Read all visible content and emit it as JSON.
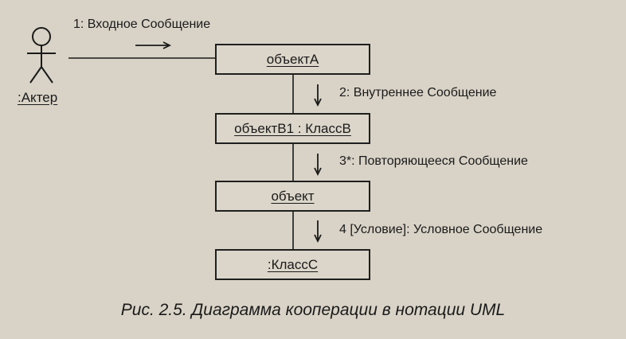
{
  "actor": {
    "label": ":Актер"
  },
  "objects": [
    {
      "label": "объектА"
    },
    {
      "label": "объектВ1 : КлассВ"
    },
    {
      "label": "объект"
    },
    {
      "label": ":КлассС"
    }
  ],
  "messages": [
    {
      "text": "1: Входное Сообщение"
    },
    {
      "text": "2: Внутреннее Сообщение"
    },
    {
      "text": "3*: Повторяющееся Сообщение"
    },
    {
      "text": "4 [Условие]: Условное Сообщение"
    }
  ],
  "caption": "Рис. 2.5. Диаграмма кооперации в нотации UML"
}
